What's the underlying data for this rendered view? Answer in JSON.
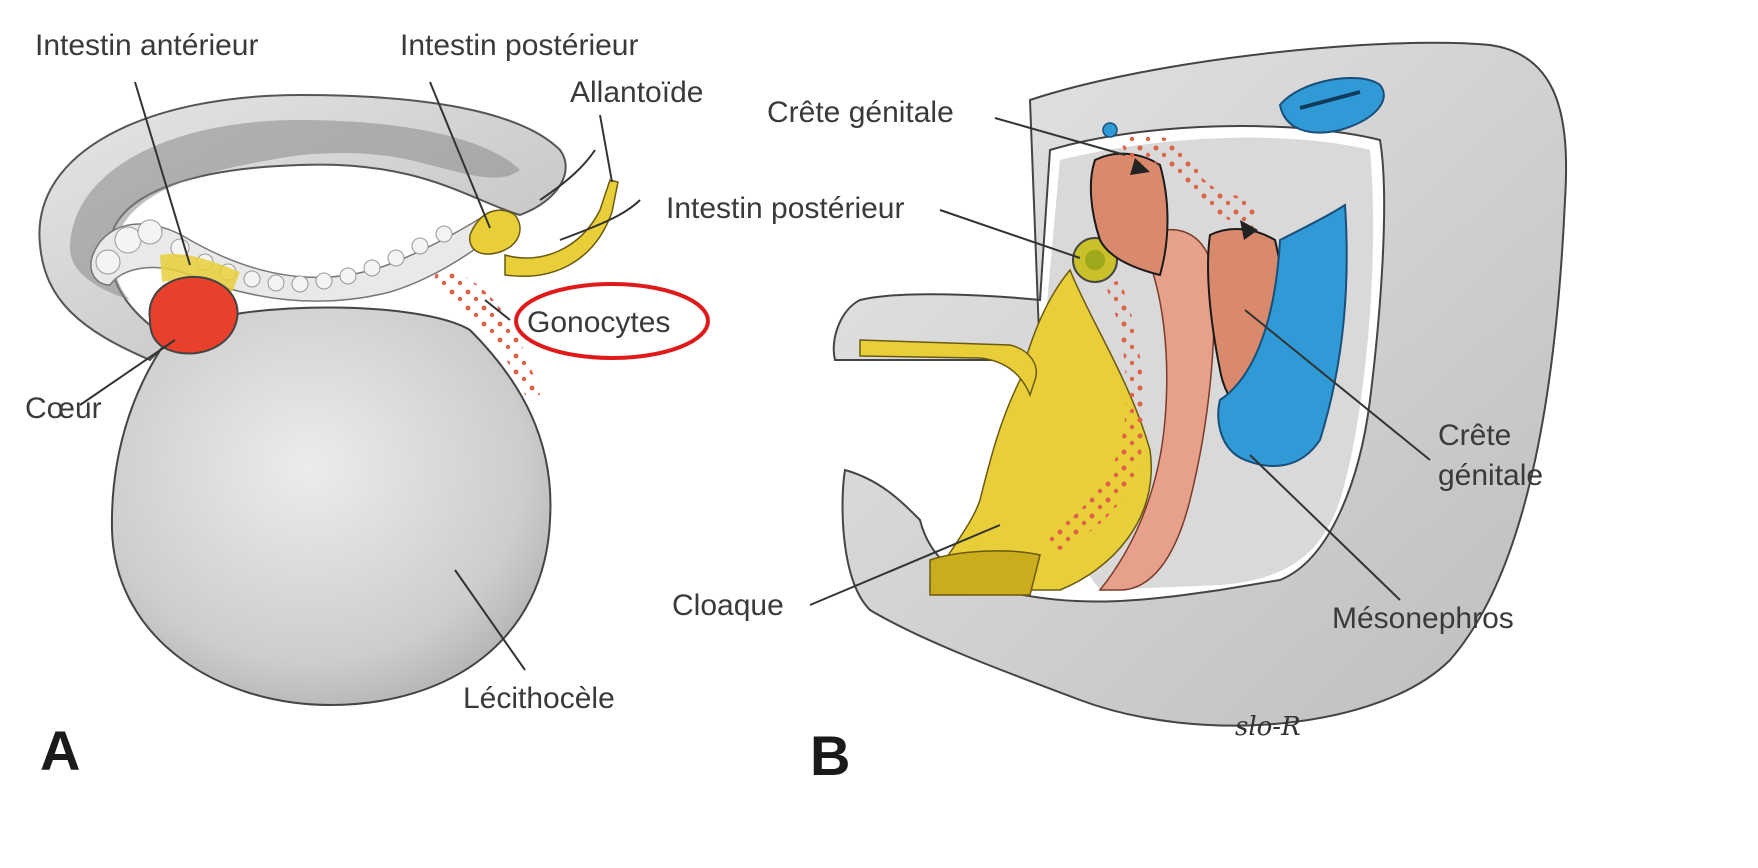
{
  "panel_a": {
    "letter": "A",
    "labels": {
      "intestin_anterieur": "Intestin antérieur",
      "intestin_posterieur": "Intestin postérieur",
      "allantoide": "Allantoïde",
      "gonocytes": "Gonocytes",
      "coeur": "Cœur",
      "lecithocele": "Lécithocèle"
    }
  },
  "panel_b": {
    "letter": "B",
    "labels": {
      "crete_genitale_top": "Crête génitale",
      "intestin_posterieur": "Intestin postérieur",
      "crete_line1": "Crête",
      "crete_line2": "génitale",
      "cloaque": "Cloaque",
      "mesonephros": "Mésonephros"
    },
    "signature": "slo-R"
  },
  "highlight": {
    "target": "Gonocytes",
    "color": "#e01a1a"
  },
  "colors": {
    "yolk_sac": "#cfcfcf",
    "embryo_wall": "#d6d6d6",
    "gut": "#e8cf3a",
    "heart": "#e8402a",
    "gonocyte_dots": "#e0604a",
    "genital_ridge": "#d98a6c",
    "mesonephros": "#2f9ad6"
  }
}
